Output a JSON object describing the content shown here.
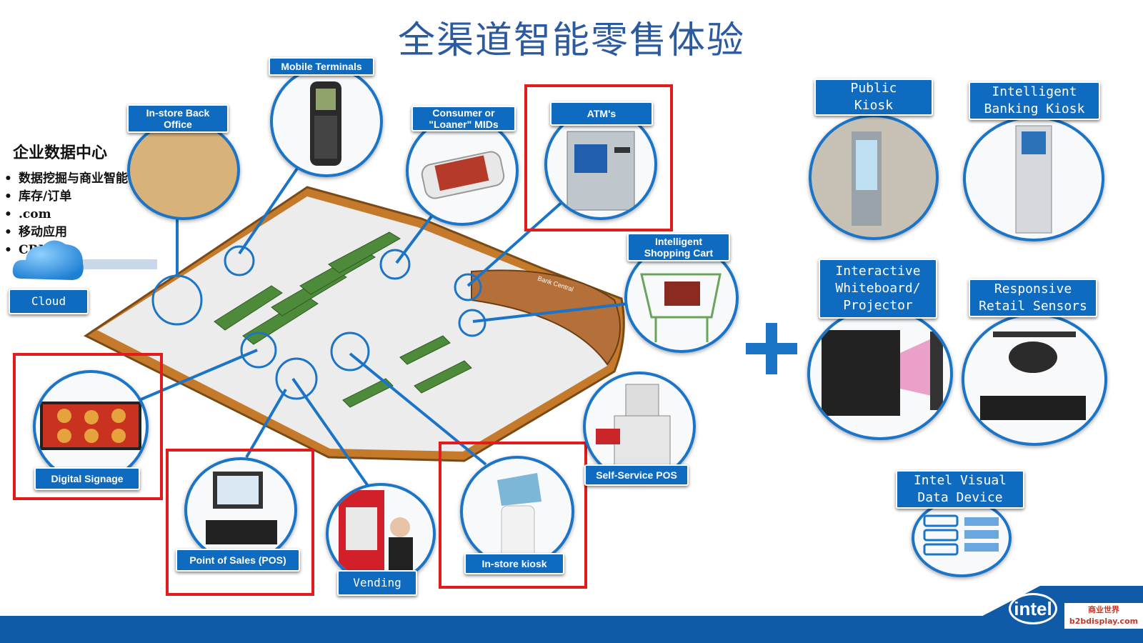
{
  "title": "全渠道智能零售体验",
  "data_center": {
    "title": "企业数据中心",
    "items": [
      "数据挖掘与商业智能",
      "库存/订单",
      ".com",
      "移动应用",
      "CRM"
    ]
  },
  "labels": {
    "cloud": "Cloud",
    "in_store_back_office": "In-store Back\nOffice",
    "mobile_terminals": "Mobile Terminals",
    "consumer_mids": "Consumer or\n\"Loaner\" MIDs",
    "atms": "ATM's",
    "intelligent_shopping_cart": "Intelligent\nShopping Cart",
    "digital_signage": "Digital Signage",
    "point_of_sales": "Point of Sales (POS)",
    "vending": "Vending",
    "in_store_kiosk": "In-store kiosk",
    "self_service_pos": "Self-Service POS",
    "public_kiosk": "Public\nKiosk",
    "intelligent_banking_kiosk": "Intelligent\nBanking Kiosk",
    "interactive_whiteboard": "Interactive\nWhiteboard/\nProjector",
    "responsive_retail_sensors": "Responsive\nRetail Sensors",
    "intel_visual_data_device": "Intel Visual\nData Device"
  },
  "store_signs": {
    "bank_central": "Bank Central"
  },
  "branding": {
    "logo": "intel",
    "watermark": "商业世界 b2bdisplay.com"
  },
  "colors": {
    "accent": "#0e6bc0",
    "highlight": "#e31b1b",
    "title": "#2b5aa0",
    "bar": "#0f5ba8"
  },
  "icons": [
    "plus-icon",
    "cloud-icon",
    "server-icon",
    "intel-logo-icon"
  ]
}
